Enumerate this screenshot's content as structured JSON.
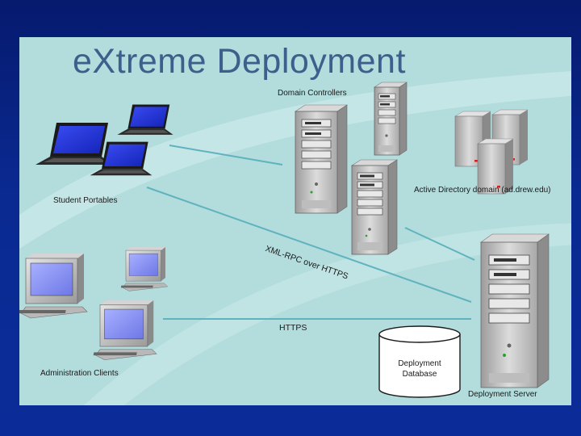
{
  "title": "eXtreme Deployment",
  "nodes": {
    "domain_controllers": "Domain Controllers",
    "active_directory": "Active Directory domain (ad.drew.edu)",
    "student_portables": "Student Portables",
    "administration_clients": "Administration Clients",
    "deployment_server": "Deployment Server",
    "deployment_database_line1": "Deployment",
    "deployment_database_line2": "Database"
  },
  "connections": {
    "xml_rpc": "XML-RPC over HTTPS",
    "https": "HTTPS"
  },
  "colors": {
    "page_background": "#0a2a92",
    "slide_background": "#b3dcdc",
    "title": "#3d5f8c",
    "connector": "#5fb3bf",
    "screen": "#1f2fd6"
  }
}
